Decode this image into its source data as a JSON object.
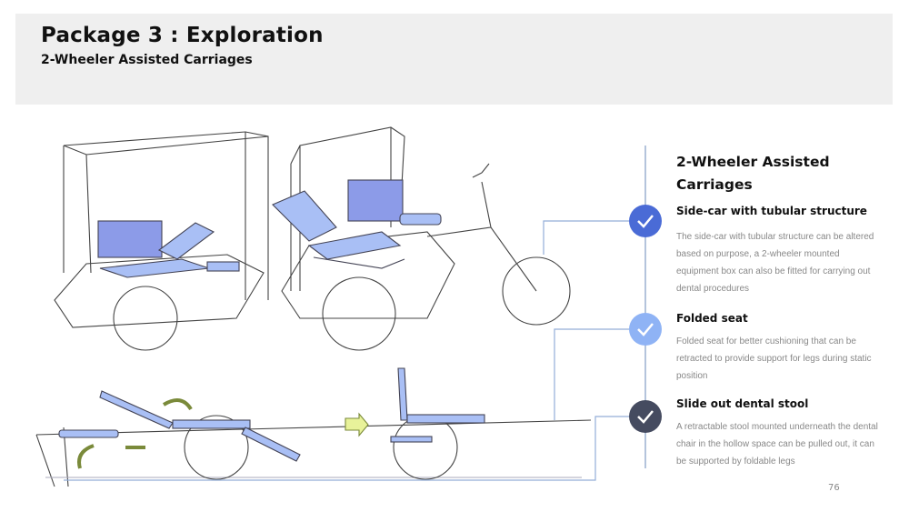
{
  "header": {
    "title": "Package 3 : Exploration",
    "subtitle": "2-Wheeler Assisted Carriages"
  },
  "panel": {
    "title": "2-Wheeler Assisted Carriages",
    "features": [
      {
        "title": "Side-car with tubular structure",
        "description": "The side-car with tubular structure can be altered based on purpose, a 2-wheeler mounted equipment box can also be fitted for carrying out dental procedures",
        "color": "#4a6bd6",
        "icon": "check-icon"
      },
      {
        "title": "Folded seat",
        "description": "Folded seat for better cushioning that can be retracted to provide support for legs during static position",
        "color": "#8fb3f5",
        "icon": "check-icon"
      },
      {
        "title": "Slide out dental stool",
        "description": "A retractable stool mounted underneath the dental chair in the hollow space can be pulled out, it can be supported by foldable legs",
        "color": "#454b60",
        "icon": "check-icon"
      }
    ]
  },
  "page_number": "76"
}
